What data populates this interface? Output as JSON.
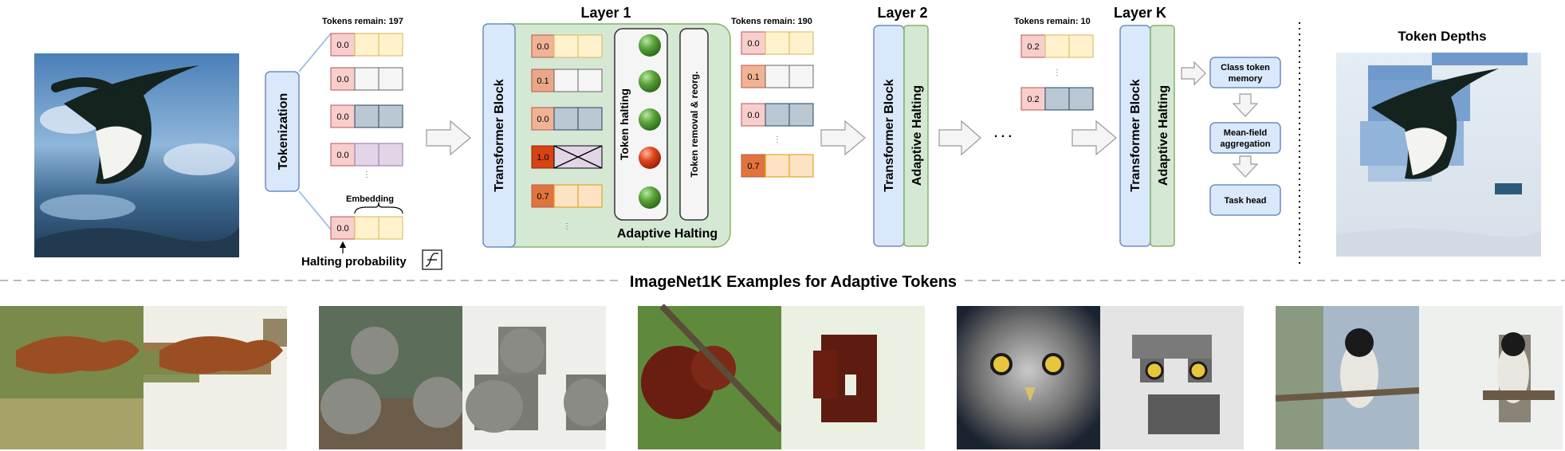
{
  "tokenization_label": "Tokenization",
  "tokens_remain_197": "Tokens remain: 197",
  "tokens_remain_190": "Tokens remain: 190",
  "tokens_remain_10": "Tokens remain: 10",
  "embedding_label": "Embedding",
  "halting_prob_label": "Halting probability",
  "layer1_title": "Layer 1",
  "layer2_title": "Layer 2",
  "layerk_title": "Layer K",
  "transformer_block_label": "Transformer  Block",
  "adaptive_halting_label": "Adaptive Halting",
  "token_halting_label": "Token halting",
  "token_removal_label": "Token removal & reorg.",
  "class_token_memory": [
    "Class token",
    "memory"
  ],
  "mean_field_aggregation": [
    "Mean-field",
    "aggregation"
  ],
  "task_head": "Task head",
  "token_depths_title": "Token Depths",
  "examples_title": "ImageNet1K Examples for Adaptive Tokens",
  "ellipsis": ". . .",
  "col1_values": [
    "0.0",
    "0.0",
    "0.0",
    "0.0",
    "0.0"
  ],
  "layer1_values": [
    "0.0",
    "0.1",
    "0.0",
    "1.0",
    "0.7"
  ],
  "col2_values": [
    "0.0",
    "0.1",
    "0.0",
    "0.7"
  ],
  "colk_values": [
    "0.2",
    "0.2"
  ],
  "icon_names": [
    "image-icon",
    "arrow-right-icon",
    "halting-function-icon",
    "circle-icon",
    "cross-icon"
  ],
  "colors": {
    "blue_block": "#dae8fc",
    "blue_border": "#6c8ebf",
    "green_block": "#d5e8d4",
    "green_border": "#82b366",
    "green_halt": "#5aa33a",
    "red_halt": "#e0451c",
    "divider": "#bbbbbb"
  }
}
